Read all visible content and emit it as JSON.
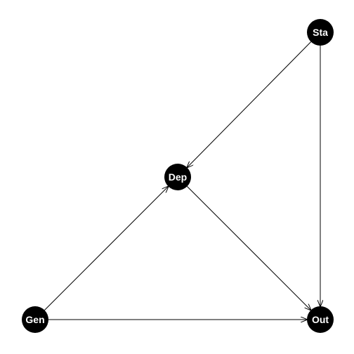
{
  "nodes": [
    {
      "id": "sta",
      "label": "Sta"
    },
    {
      "id": "dep",
      "label": "Dep"
    },
    {
      "id": "gen",
      "label": "Gen"
    },
    {
      "id": "out",
      "label": "Out"
    }
  ],
  "edges": [
    {
      "from": "sta",
      "to": "dep"
    },
    {
      "from": "sta",
      "to": "out"
    },
    {
      "from": "gen",
      "to": "dep"
    },
    {
      "from": "dep",
      "to": "out"
    },
    {
      "from": "gen",
      "to": "out"
    }
  ],
  "colors": {
    "node_fill": "#000000",
    "label_text": "#ffffff",
    "edge": "#000000",
    "background": "#ffffff"
  }
}
